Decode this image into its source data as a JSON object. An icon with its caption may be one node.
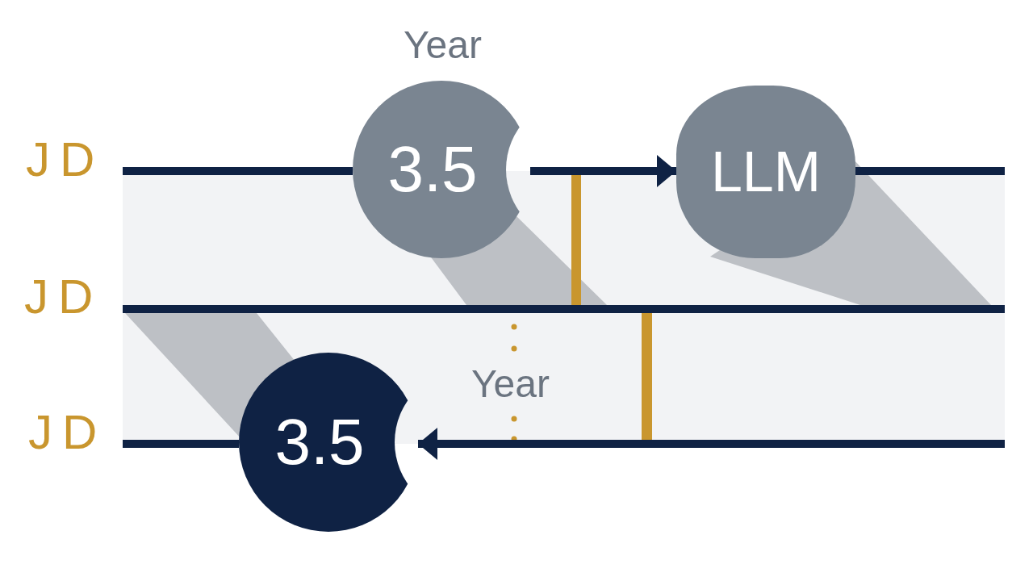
{
  "diagram": {
    "nodes": [
      {
        "text": [
          "3.5"
        ],
        "beside": [
          "Year"
        ]
      },
      {
        "text": [
          "LLM"
        ]
      },
      {
        "text": [
          "3.5"
        ]
      }
    ],
    "edges": [
      {
        "from": 0,
        "to": 1,
        "arrow": "to"
      },
      {
        "from": null,
        "to": 2,
        "arrow": "to"
      }
    ],
    "labels": [
      "JD",
      "JD",
      "Year",
      "JD"
    ]
  }
}
